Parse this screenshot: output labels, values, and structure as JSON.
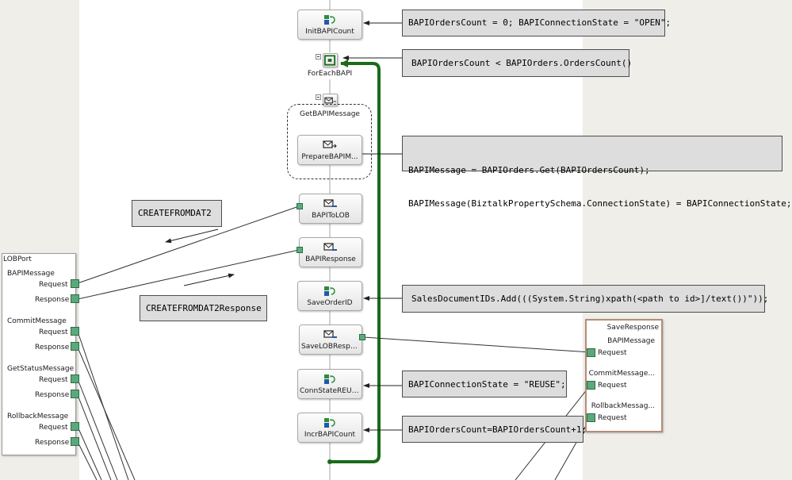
{
  "shapes": {
    "init": "InitBAPICount",
    "loop": "ForEachBAPI",
    "scope": "GetBAPIMessage",
    "prepare": "PrepareBAPIM...",
    "tolob": "BAPIToLOB",
    "response": "BAPIResponse",
    "saveorder": "SaveOrderID",
    "savelob": "SaveLOBRespo...",
    "connstate": "ConnStateREUSE",
    "incr": "IncrBAPICount"
  },
  "notes": {
    "init": "BAPIOrdersCount = 0; BAPIConnectionState = \"OPEN\";",
    "loop": "BAPIOrdersCount < BAPIOrders.OrdersCount()",
    "prepare_line1": "BAPIMessage = BAPIOrders.Get(BAPIOrdersCount);",
    "prepare_line2": "BAPIMessage(BiztalkPropertySchema.ConnectionState) = BAPIConnectionState;",
    "tolob": "CREATEFROMDAT2",
    "response": "CREATEFROMDAT2Response",
    "saveorder": "SalesDocumentIDs.Add(((System.String)xpath(<path to id>]/text())\"));",
    "connstate": "BAPIConnectionState = \"REUSE\";",
    "incr": "BAPIOrdersCount=BAPIOrdersCount+1;"
  },
  "left_port": {
    "title": "LOBPort",
    "ops": [
      {
        "name": "BAPIMessage",
        "request": "Request",
        "response": "Response"
      },
      {
        "name": "CommitMessage",
        "request": "Request",
        "response": "Response"
      },
      {
        "name": "GetStatusMessage",
        "request": "Request",
        "response": "Response"
      },
      {
        "name": "RollbackMessage",
        "request": "Request",
        "response": "Response"
      }
    ]
  },
  "right_port": {
    "title": "SaveResponse",
    "ops": [
      {
        "name": "BAPIMessage",
        "request": "Request"
      },
      {
        "name": "CommitMessage...",
        "request": "Request"
      },
      {
        "name": "RollbackMessag...",
        "request": "Request"
      }
    ]
  },
  "colors": {
    "loop_line": "#1a6b1a",
    "note_fill": "#dddddd",
    "port_node": "#5aa97a",
    "background_band": "#efeee9"
  }
}
